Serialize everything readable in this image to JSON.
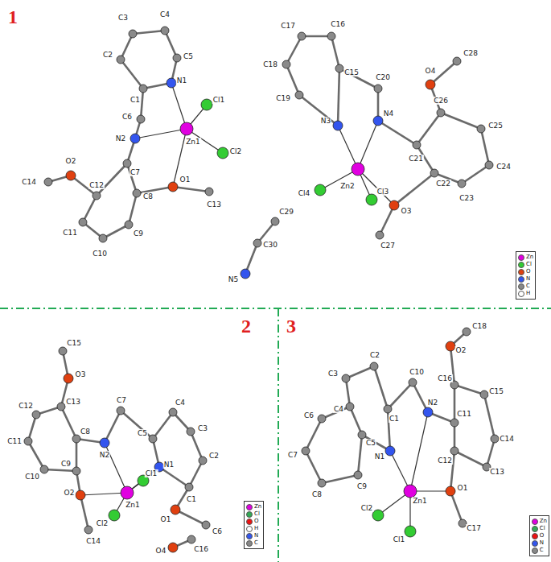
{
  "diagram": {
    "labels": [
      "1",
      "C3",
      "C4",
      "C2",
      "C5",
      "C1",
      "N1",
      "C6",
      "Cl1",
      "N2",
      "Zn1",
      "Cl2",
      "C14",
      "O2",
      "C7",
      "O1",
      "C12",
      "C8",
      "C13",
      "C11",
      "C9",
      "C10",
      "C17",
      "C16",
      "C18",
      "C15",
      "O4",
      "C28",
      "C19",
      "C20",
      "N3",
      "N4",
      "C26",
      "C21",
      "C25",
      "Zn2",
      "C24",
      "Cl4",
      "Cl3",
      "C22",
      "C29",
      "O3",
      "C23",
      "C30",
      "C27",
      "N5",
      "2",
      "C15",
      "O3",
      "C13",
      "C7",
      "C4",
      "C3",
      "C12",
      "C8",
      "C5",
      "C11",
      "N2",
      "N1",
      "C2",
      "C10",
      "C9",
      "C1",
      "O2",
      "Zn1",
      "Cl1",
      "O1",
      "C6",
      "C14",
      "Cl2",
      "O4",
      "C16",
      "3",
      "O2",
      "C18",
      "C2",
      "C3",
      "C10",
      "C16",
      "C15",
      "C4",
      "C1",
      "N2",
      "C11",
      "C6",
      "C14",
      "C5",
      "N1",
      "C7",
      "C12",
      "C13",
      "C8",
      "C9",
      "Zn1",
      "O1",
      "Cl2",
      "Cl1",
      "C17"
    ],
    "legend": [
      {
        "text": "Zn",
        "color": "#e000e0"
      },
      {
        "text": "Cl",
        "color": "#33cc33"
      },
      {
        "text": "O",
        "color": "#e04010"
      },
      {
        "text": "N",
        "color": "#3355ee"
      },
      {
        "text": "C",
        "color": "#888888"
      },
      {
        "text": "H",
        "color": "#ffffff"
      },
      {
        "text": "Zn",
        "color": "#e000e0"
      },
      {
        "text": "Cl",
        "color": "#33aa55"
      },
      {
        "text": "O",
        "color": "#ee1111"
      },
      {
        "text": "H",
        "color": "#ffffff"
      },
      {
        "text": "N",
        "color": "#3355ee"
      },
      {
        "text": "C",
        "color": "#888888"
      },
      {
        "text": "Zn",
        "color": "#e000e0"
      },
      {
        "text": "Cl",
        "color": "#33aa55"
      },
      {
        "text": "O",
        "color": "#ee1111"
      },
      {
        "text": "N",
        "color": "#3355ee"
      },
      {
        "text": "C",
        "color": "#888888"
      }
    ]
  }
}
